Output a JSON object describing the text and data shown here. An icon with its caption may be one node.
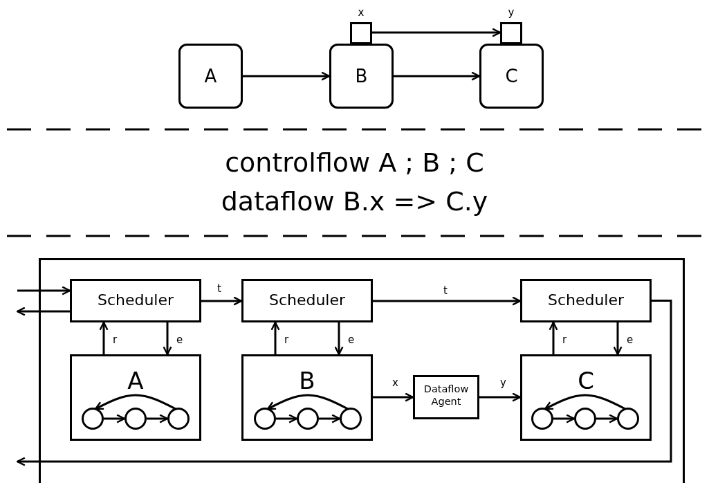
{
  "diagram": {
    "nodes": [
      {
        "text": [
          "A"
        ]
      },
      {
        "text": [
          "B"
        ]
      },
      {
        "text": [
          "C"
        ]
      },
      {
        "text": [
          "x"
        ]
      },
      {
        "text": [
          "y"
        ]
      },
      {
        "text": [],
        "shape": "box"
      },
      {
        "text": [
          "Scheduler"
        ],
        "in": 5
      },
      {
        "text": [
          "Scheduler"
        ],
        "in": 5
      },
      {
        "text": [
          "Scheduler"
        ],
        "in": 5
      },
      {
        "text": [
          "A"
        ],
        "in": 5
      },
      {
        "text": [
          "B"
        ],
        "in": 5
      },
      {
        "text": [
          "C"
        ],
        "in": 5
      },
      {
        "text": [
          "Dataflow Agent"
        ],
        "in": 5
      },
      {
        "text": [],
        "shape": "circle",
        "in": 9
      },
      {
        "text": [],
        "shape": "circle",
        "in": 9
      },
      {
        "text": [],
        "shape": "circle",
        "in": 9
      },
      {
        "text": [],
        "shape": "circle",
        "in": 10
      },
      {
        "text": [],
        "shape": "circle",
        "in": 10
      },
      {
        "text": [],
        "shape": "circle",
        "in": 10
      },
      {
        "text": [],
        "shape": "circle",
        "in": 11
      },
      {
        "text": [],
        "shape": "circle",
        "in": 11
      },
      {
        "text": [],
        "shape": "circle",
        "in": 11
      }
    ],
    "edges": [
      {
        "from": 0,
        "to": 1,
        "arrow": "to"
      },
      {
        "from": 1,
        "to": 2,
        "arrow": "to"
      },
      {
        "from": 3,
        "to": 4,
        "arrow": "to"
      },
      {
        "from": null,
        "to": 6,
        "arrow": "to"
      },
      {
        "from": 6,
        "to": null,
        "arrow": "to"
      },
      {
        "from": 6,
        "to": 7,
        "label": "t",
        "arrow": "to"
      },
      {
        "from": 7,
        "to": 8,
        "label": "t",
        "arrow": "to"
      },
      {
        "from": 9,
        "to": 6,
        "label": "r",
        "arrow": "to"
      },
      {
        "from": 6,
        "to": 9,
        "label": "e",
        "arrow": "to"
      },
      {
        "from": 10,
        "to": 7,
        "label": "r",
        "arrow": "to"
      },
      {
        "from": 7,
        "to": 10,
        "label": "e",
        "arrow": "to"
      },
      {
        "from": 11,
        "to": 8,
        "label": "r",
        "arrow": "to"
      },
      {
        "from": 8,
        "to": 11,
        "label": "e",
        "arrow": "to"
      },
      {
        "from": 10,
        "to": 12,
        "label": "x",
        "arrow": "to"
      },
      {
        "from": 12,
        "to": 11,
        "label": "y",
        "arrow": "to"
      },
      {
        "from": 8,
        "to": null,
        "arrow": "to"
      },
      {
        "from": 13,
        "to": 14,
        "arrow": "to"
      },
      {
        "from": 14,
        "to": 15,
        "arrow": "to"
      },
      {
        "from": 15,
        "to": 13,
        "arrow": "to"
      },
      {
        "from": 16,
        "to": 17,
        "arrow": "to"
      },
      {
        "from": 17,
        "to": 18,
        "arrow": "to"
      },
      {
        "from": 18,
        "to": 16,
        "arrow": "to"
      },
      {
        "from": 19,
        "to": 20,
        "arrow": "to"
      },
      {
        "from": 20,
        "to": 21,
        "arrow": "to"
      },
      {
        "from": 21,
        "to": 19,
        "arrow": "to"
      }
    ],
    "labels": [
      "controlflow A ; B ; C",
      "dataflow B.x => C.y"
    ]
  }
}
